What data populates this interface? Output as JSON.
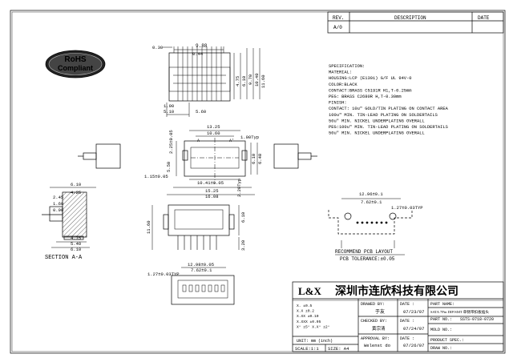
{
  "revision_table": {
    "headers": {
      "rev": "REV.",
      "description": "DESCRIPTION",
      "date": "DATE"
    },
    "row": {
      "rev": "A/0",
      "description": "",
      "date": ""
    }
  },
  "rohs": {
    "line1": "RoHS",
    "line2": "Compliant"
  },
  "specification": {
    "lines": [
      "SPECIFICATION:",
      "MATERIAL:",
      "HOUSING:LCP (E130i) G/F UL 94V-0",
      "COLOR:BLACK",
      "CONTACT:BRASS C5191R H1,T-0.25mm",
      "PEG: BRASS C2680R H,T-0.30mm",
      "FINISH:",
      "CONTACT: 10u\" GOLD/TIN PLATING ON CONTACT AREA",
      "100u\" MIN. TIN-LEAD PLATING ON SOLDERTAILS",
      "50u\" MIN. NICKEL UNDERPLATING OVERALL",
      "PEG:100u\" MIN. TIN-LEAD PLATING ON SOLDERTAILS",
      "50u\" MIN. NICKEL UNDERPLATING OVERALL"
    ]
  },
  "dims_top": {
    "d030": "0.30",
    "d988": "9.88",
    "d044": "0.44",
    "d610": "6.10",
    "d970": "9.70",
    "d1040": "10.40",
    "d1160": "11.60",
    "d475": "4.75",
    "d190": "1.90",
    "d510": "5.10",
    "d560": "5.60"
  },
  "dims_mid": {
    "d1325": "13.25",
    "d1060": "10.60",
    "dA": "A",
    "dAprime": "A'",
    "d225": "2.25±0.05",
    "d100": "1.00Typ",
    "d550": "5.50",
    "d610": "6.10",
    "d640": "6.40",
    "d115": "1.15±0.05",
    "d1041": "10.41±0.05",
    "d1525": "15.25",
    "d1608": "16.08",
    "d220": "2.20Typ"
  },
  "dims_section": {
    "d610a": "6.10",
    "d425": "4.25",
    "d245": "2.45",
    "d160": "1.60",
    "d090": "0.90",
    "d475": "4.75",
    "d540": "5.40",
    "d610b": "6.10",
    "label": "SECTION  A-A"
  },
  "dims_front": {
    "d1160": "11.60",
    "d610": "6.10",
    "d320": "3.20"
  },
  "dims_bottom": {
    "d1298": "12.98±0.05",
    "d762": "7.62±0.1",
    "d127": "1.27±0.03TYP"
  },
  "pcb_layout": {
    "d1296": "12.96±0.1",
    "d762": "7.62±0.1",
    "d127": "1.27±0.03TYP",
    "caption1": "RECOMMEND PCB LAYOUT",
    "caption2": "PCB TOLERANCE:±0.05"
  },
  "title_block": {
    "company_abbr": "L&X",
    "company_name": "深圳市连欣科技有限公司",
    "tolerance_lines": [
      "X.   ±0.5",
      "X.X  ±0.2",
      "X.XX ±0.10",
      "X.XXX ±0.05",
      "X° ±5°   X.X° ±2°"
    ],
    "unit_label": "UNIT: mm (inch)",
    "scale": "SCALE:1:1",
    "size": "SIZE: A4",
    "drawn_by_label": "DRAWED BY:",
    "drawn_by": "于友",
    "checked_by_label": "CHECKED BY:",
    "checked_by": "黄宗清",
    "approval_by_label": "APPROVAL BY:",
    "approval_by": "Welenst do",
    "date_label": "DATE :",
    "date1": "07/23/07",
    "date2": "07/24/07",
    "date3": "07/26/07",
    "part_name_label": "PART NAME:",
    "part_name": "SATA 7Pin DIP/SMT 单侧带扣板插头",
    "part_no_label": "PART NO.:",
    "part_no": "SSTS-0718-0720",
    "mold_no_label": "MOLD NO.:",
    "mold_no": "",
    "product_spec_label": "PRODUCT SPEC.:",
    "product_spec": "",
    "draw_no_label": "DRAW NO.:",
    "draw_no": ""
  }
}
